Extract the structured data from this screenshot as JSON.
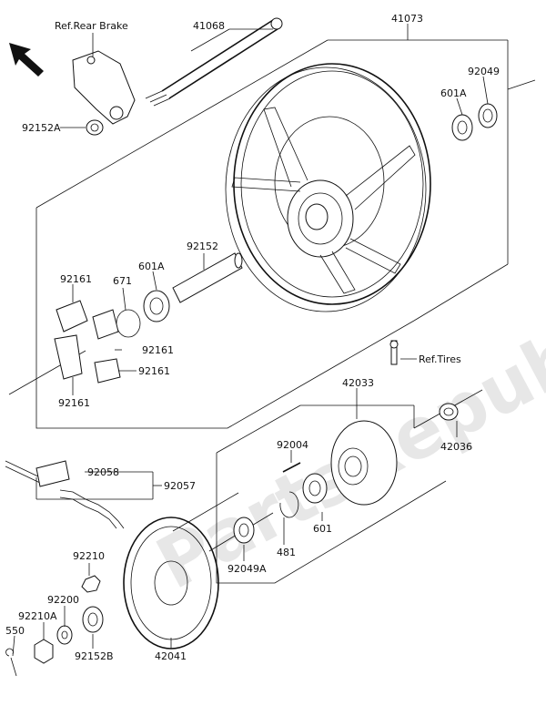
{
  "watermark": "PartsRepublik",
  "labels": {
    "ref_rear_brake": "Ref.Rear Brake",
    "p41068": "41068",
    "p41073": "41073",
    "p92049": "92049",
    "p601a_top": "601A",
    "p92152a": "92152A",
    "p92152": "92152",
    "p671": "671",
    "p601a_mid": "601A",
    "p92161_a": "92161",
    "p92161_b": "92161",
    "p92161_c": "92161",
    "p92161_d": "92161",
    "ref_tires": "Ref.Tires",
    "p42033": "42033",
    "p42036": "42036",
    "p92004": "92004",
    "p92058": "92058",
    "p92057": "92057",
    "p601": "601",
    "p481": "481",
    "p92049a": "92049A",
    "p92210": "92210",
    "p92200": "92200",
    "p92210a": "92210A",
    "p550": "550",
    "p92152b": "92152B",
    "p42041": "42041"
  },
  "colors": {
    "ink": "#111111",
    "watermark": "#d4d4d4"
  }
}
